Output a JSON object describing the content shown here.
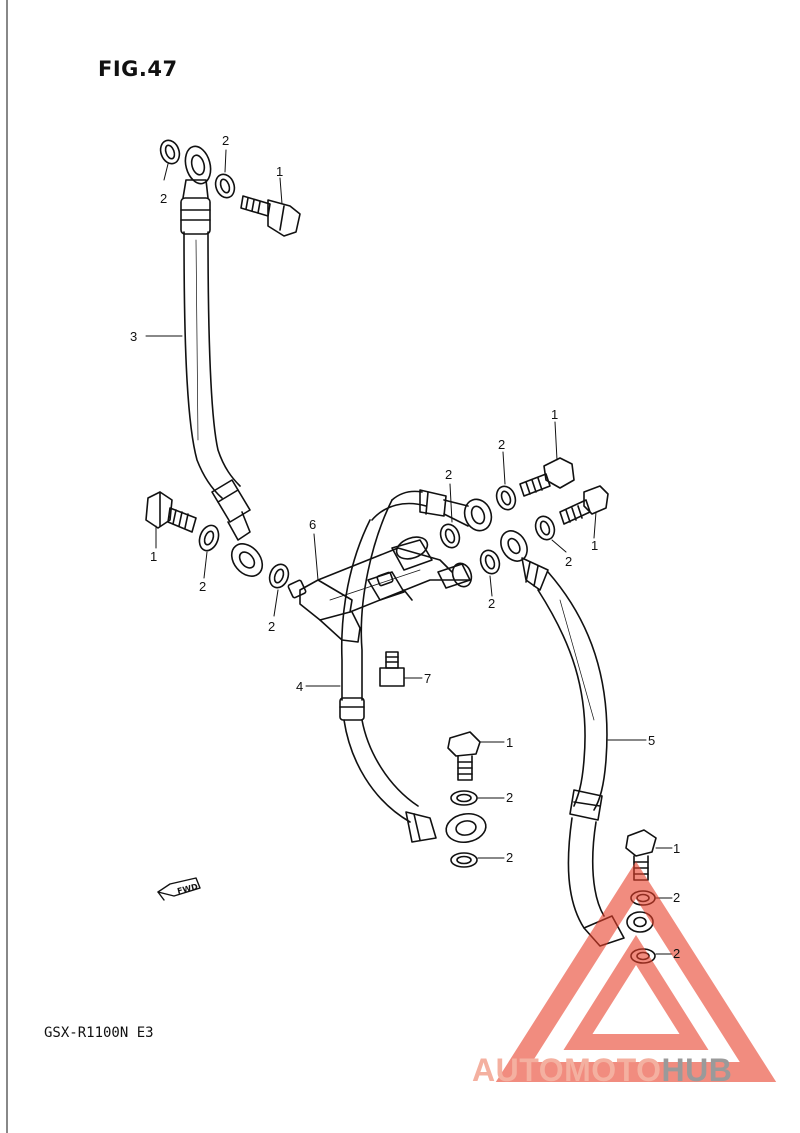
{
  "figure": {
    "title": "FIG.47",
    "model": "GSX-R1100N E3"
  },
  "direction_marker": "FWD",
  "callouts": [
    "1",
    "2",
    "3",
    "4",
    "5",
    "6",
    "7"
  ],
  "watermark": {
    "text_part1": "AUTOMOTO",
    "text_part2": "HUB",
    "color_accent": "#e8402a",
    "color_gray": "#8a8a8a"
  },
  "colors": {
    "ink": "#111111",
    "paper": "#ffffff"
  }
}
